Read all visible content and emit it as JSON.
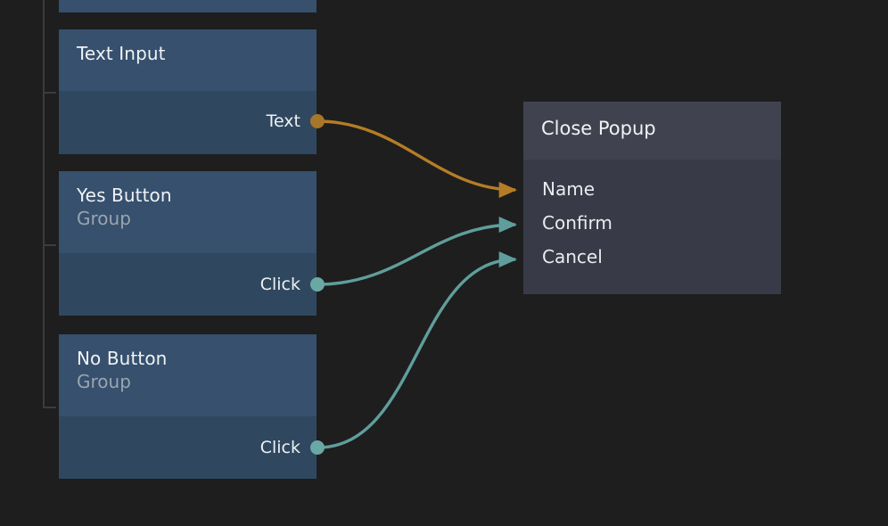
{
  "canvas": {
    "background_color": "#1e1e1e",
    "label": "node-graph-canvas"
  },
  "theme": {
    "node_blue_header": "#36506e",
    "node_blue_body": "#2f4860",
    "node_grey_header": "#40434f",
    "node_grey_body": "#383b47",
    "wire_orange": "#b47d26",
    "wire_teal": "#5f9e9c",
    "title_color": "#f0f2f4",
    "subtitle_color": "#9aa5ae",
    "tree_line_color": "#3c3c3c"
  },
  "nodes": [
    {
      "id": "node-partial-top",
      "title": "",
      "subtitle": "",
      "ports": []
    },
    {
      "id": "node-text-input",
      "title": "Text Input",
      "subtitle": "",
      "ports": [
        {
          "label": "Text",
          "color": "#b47d26"
        }
      ]
    },
    {
      "id": "node-yes-button",
      "title": "Yes Button",
      "subtitle": "Group",
      "ports": [
        {
          "label": "Click",
          "color": "#5f9e9c"
        }
      ]
    },
    {
      "id": "node-no-button",
      "title": "No Button",
      "subtitle": "Group",
      "ports": [
        {
          "label": "Click",
          "color": "#5f9e9c"
        }
      ]
    }
  ],
  "target_node": {
    "id": "node-close-popup",
    "title": "Close Popup",
    "slots": [
      {
        "label": "Name",
        "wire_color": "#b47d26"
      },
      {
        "label": "Confirm",
        "wire_color": "#5f9e9c"
      },
      {
        "label": "Cancel",
        "wire_color": "#5f9e9c"
      }
    ]
  },
  "connections": [
    {
      "from": "node-text-input.Text",
      "to": "node-close-popup.Name",
      "color": "#b47d26"
    },
    {
      "from": "node-yes-button.Click",
      "to": "node-close-popup.Confirm",
      "color": "#5f9e9c"
    },
    {
      "from": "node-no-button.Click",
      "to": "node-close-popup.Cancel",
      "color": "#5f9e9c"
    }
  ]
}
